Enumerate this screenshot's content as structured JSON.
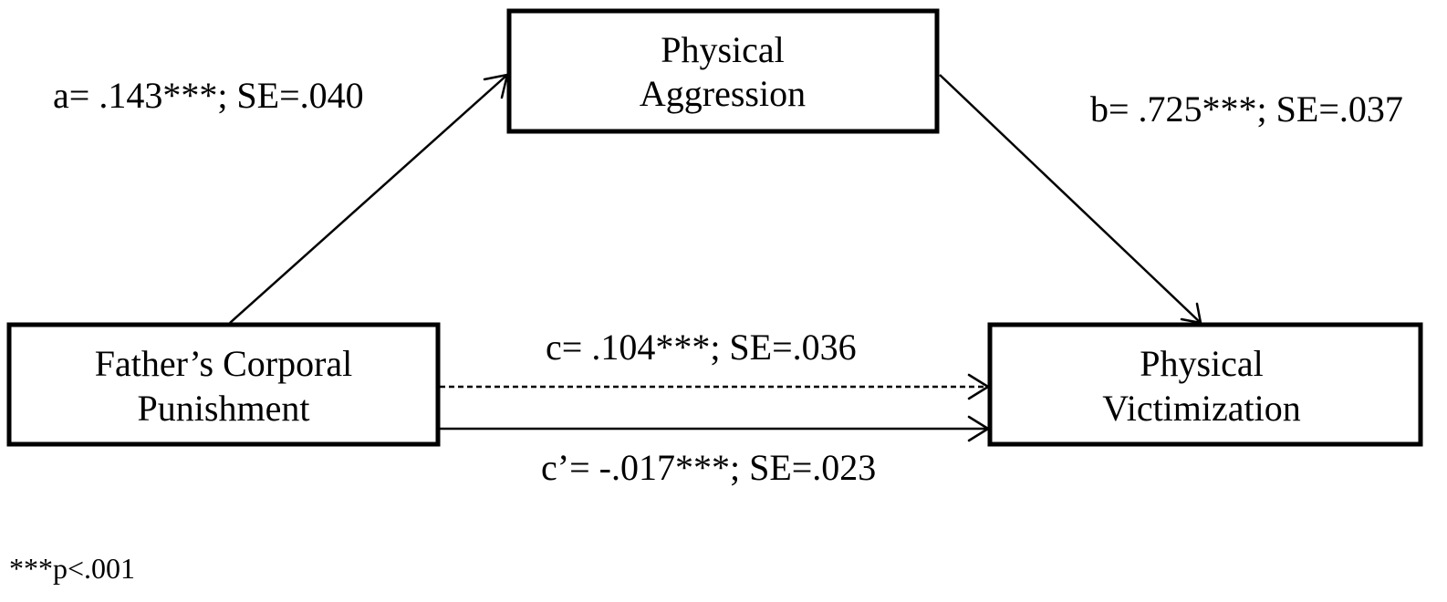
{
  "diagram": {
    "type": "mediation-model",
    "nodes": {
      "mediator": {
        "line1": "Physical",
        "line2": "Aggression"
      },
      "predictor": {
        "line1": "Father’s Corporal",
        "line2": "Punishment"
      },
      "outcome": {
        "line1": "Physical",
        "line2": "Victimization"
      }
    },
    "paths": {
      "a": {
        "from": "predictor",
        "to": "mediator",
        "label": "a= .143***; SE=.040",
        "style": "solid"
      },
      "b": {
        "from": "mediator",
        "to": "outcome",
        "label": "b= .725***; SE=.037",
        "style": "solid"
      },
      "c": {
        "from": "predictor",
        "to": "outcome",
        "label": "c= .104***; SE=.036",
        "style": "dashed"
      },
      "c_prime": {
        "from": "predictor",
        "to": "outcome",
        "label": "c’= -.017***; SE=.023",
        "style": "solid"
      }
    },
    "footnote": "***p<.001",
    "colors": {
      "stroke": "#000000",
      "background": "#ffffff",
      "text": "#000000"
    }
  }
}
